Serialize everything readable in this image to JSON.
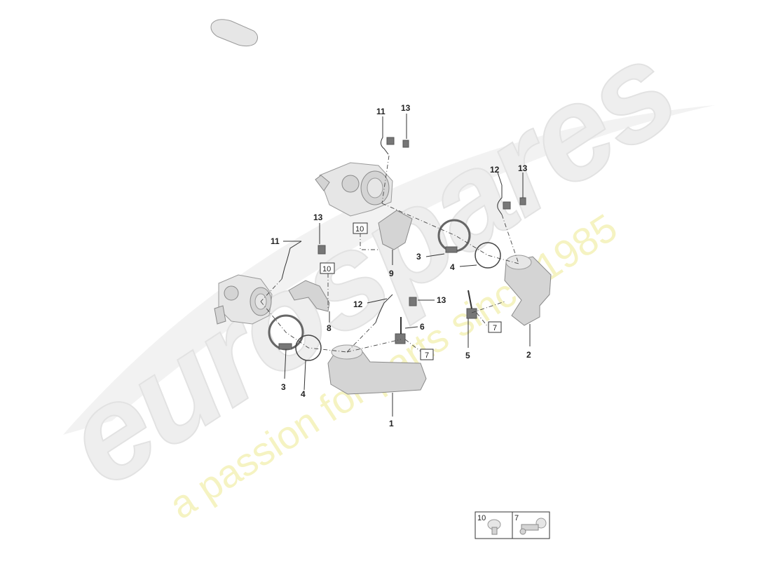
{
  "watermark": {
    "logo_text": "eurospares",
    "tagline": "a passion for parts since 1985"
  },
  "callouts": {
    "c1": "1",
    "c2": "2",
    "c3a": "3",
    "c3b": "3",
    "c4a": "4",
    "c4b": "4",
    "c5": "5",
    "c6": "6",
    "c7a": "7",
    "c7b": "7",
    "c8": "8",
    "c9": "9",
    "c10a": "10",
    "c10b": "10",
    "c11a": "11",
    "c11b": "11",
    "c12a": "12",
    "c12b": "12",
    "c13a": "13",
    "c13b": "13",
    "c13c": "13",
    "c13d": "13"
  },
  "legend": {
    "left_label": "10",
    "right_label": "7"
  }
}
